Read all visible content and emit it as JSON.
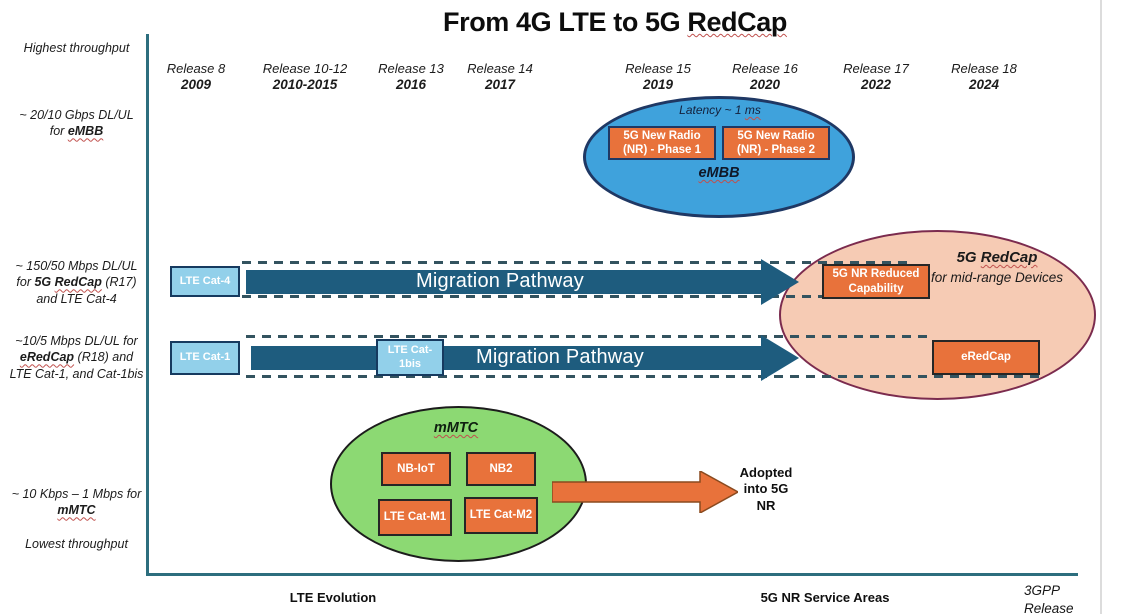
{
  "title": {
    "prefix": "From 4G LTE to 5G ",
    "highlight": "RedCap"
  },
  "y_axis": {
    "highest": "Highest throughput",
    "embb": {
      "line1": "~ 20/10 Gbps DL/UL",
      "line2_prefix": "for ",
      "line2_bold": "eMBB"
    },
    "redcap": {
      "prefix": "~ 150/50 Mbps DL/UL for ",
      "bold_plain": "5G ",
      "bold_wavy": "RedCap",
      "suffix": " (R17) and LTE Cat-4"
    },
    "eredcap": {
      "prefix": "~10/5 Mbps DL/UL for ",
      "bold_wavy": "eRedCap",
      "suffix": " (R18) and LTE Cat-1, and  Cat-1bis"
    },
    "mmtc": {
      "prefix": "~ 10 Kbps – 1 Mbps for ",
      "bold_wavy": "mMTC"
    },
    "lowest": "Lowest throughput"
  },
  "timeline": [
    {
      "release": "Release 8",
      "year": "2009"
    },
    {
      "release": "Release 10-12",
      "year": "2010-2015"
    },
    {
      "release": "Release 13",
      "year": "2016"
    },
    {
      "release": "Release 14",
      "year": "2017"
    },
    {
      "release": "Release 15",
      "year": "2019"
    },
    {
      "release": "Release 16",
      "year": "2020"
    },
    {
      "release": "Release 17",
      "year": "2022"
    },
    {
      "release": "Release 18",
      "year": "2024"
    }
  ],
  "embb_group": {
    "latency_prefix": "Latency ~ 1 ",
    "latency_ms": "ms",
    "phase1": "5G New Radio (NR) - Phase 1",
    "phase2": "5G New Radio (NR) - Phase 2",
    "label": "eMBB"
  },
  "redcap_group": {
    "heading_prefix": "5G ",
    "heading_word": "RedCap",
    "subtitle": "for mid-range Devices",
    "box_reduced": "5G NR Reduced Capability",
    "box_eredcap": "eRedCap"
  },
  "mmtc_group": {
    "label": "mMTC",
    "boxes": [
      "NB-IoT",
      "NB2",
      "LTE Cat-M1",
      "LTE Cat-M2"
    ]
  },
  "lte_boxes": {
    "cat4": "LTE Cat-4",
    "cat1": "LTE Cat-1",
    "cat1bis": "LTE Cat-1bis"
  },
  "arrows": {
    "migration1": "Migration Pathway",
    "migration2": "Migration Pathway",
    "adopted": "Adopted into 5G NR"
  },
  "footer": {
    "lte_evolution": "LTE Evolution",
    "service_areas": "5G NR Service Areas",
    "axis_label": "3GPP Release"
  },
  "colors": {
    "orange": "#E8723B",
    "light_blue": "#92D0EA",
    "embb_blue": "#3FA2DC",
    "green": "#8CD973",
    "peach": "#F6CBB4",
    "arrow_teal": "#1E5C7E",
    "axis_teal": "#2D6E7E",
    "navy_border": "#1F3864",
    "maroon_border": "#7B2B4E",
    "wavy_red": "#C0504D"
  }
}
